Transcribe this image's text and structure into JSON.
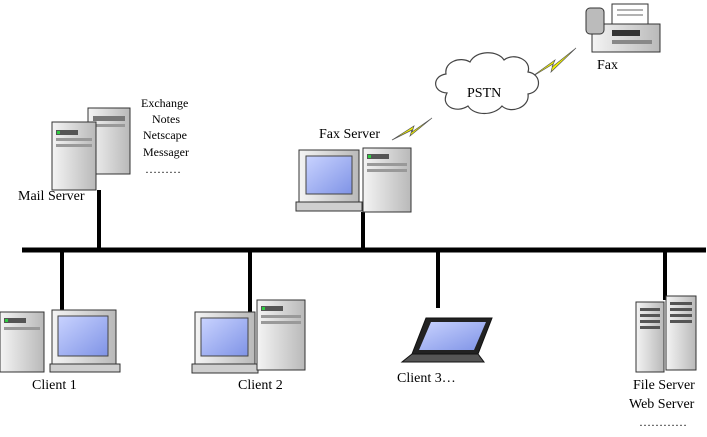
{
  "diagram": {
    "nodes": {
      "mail_server": {
        "label": "Mail Server",
        "software": [
          "Exchange",
          "Notes",
          "Netscape",
          "Messager",
          "………"
        ]
      },
      "fax_server": {
        "label": "Fax Server"
      },
      "pstn": {
        "label": "PSTN"
      },
      "fax": {
        "label": "Fax"
      },
      "client1": {
        "label": "Client 1"
      },
      "client2": {
        "label": "Client 2"
      },
      "client3": {
        "label": "Client 3…"
      },
      "file_web_server": {
        "label_line1": "File Server",
        "label_line2": "Web Server",
        "label_line3": "…………"
      }
    },
    "colors": {
      "bus": "#000000",
      "lightning": "#f2f200",
      "screen": "#8fa3f0",
      "case": "#d6d6d6"
    }
  }
}
